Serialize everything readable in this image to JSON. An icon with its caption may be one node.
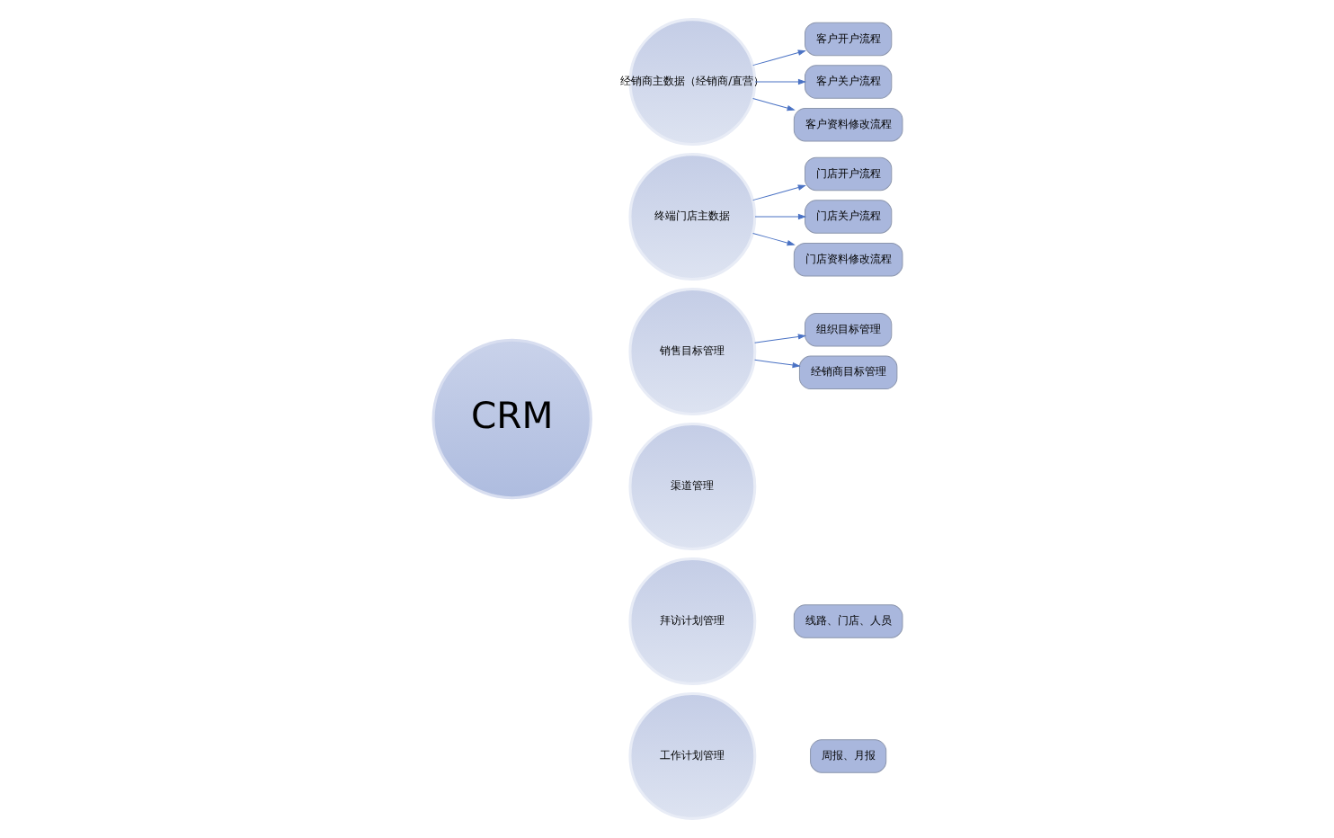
{
  "diagram": {
    "nodes": [
      {
        "text": [
          "CRM"
        ]
      },
      {
        "text": [
          "经销商主数据（经销商/直营）"
        ]
      },
      {
        "text": [
          "客户开户流程"
        ]
      },
      {
        "text": [
          "客户关户流程"
        ]
      },
      {
        "text": [
          "客户资料修改流程"
        ]
      },
      {
        "text": [
          "终端门店主数据"
        ]
      },
      {
        "text": [
          "门店开户流程"
        ]
      },
      {
        "text": [
          "门店关户流程"
        ]
      },
      {
        "text": [
          "门店资料修改流程"
        ]
      },
      {
        "text": [
          "销售目标管理"
        ]
      },
      {
        "text": [
          "组织目标管理"
        ]
      },
      {
        "text": [
          "经销商目标管理"
        ]
      },
      {
        "text": [
          "渠道管理"
        ]
      },
      {
        "text": [
          "拜访计划管理"
        ]
      },
      {
        "text": [
          "线路、门店、人员"
        ]
      },
      {
        "text": [
          "工作计划管理"
        ]
      },
      {
        "text": [
          "周报、月报"
        ]
      }
    ],
    "edges": [
      {
        "from": 1,
        "to": 2,
        "arrow": "to"
      },
      {
        "from": 1,
        "to": 3,
        "arrow": "to"
      },
      {
        "from": 1,
        "to": 4,
        "arrow": "to"
      },
      {
        "from": 5,
        "to": 6,
        "arrow": "to"
      },
      {
        "from": 5,
        "to": 7,
        "arrow": "to"
      },
      {
        "from": 5,
        "to": 8,
        "arrow": "to"
      },
      {
        "from": 9,
        "to": 10,
        "arrow": "to"
      },
      {
        "from": 9,
        "to": 11,
        "arrow": "to"
      }
    ]
  }
}
